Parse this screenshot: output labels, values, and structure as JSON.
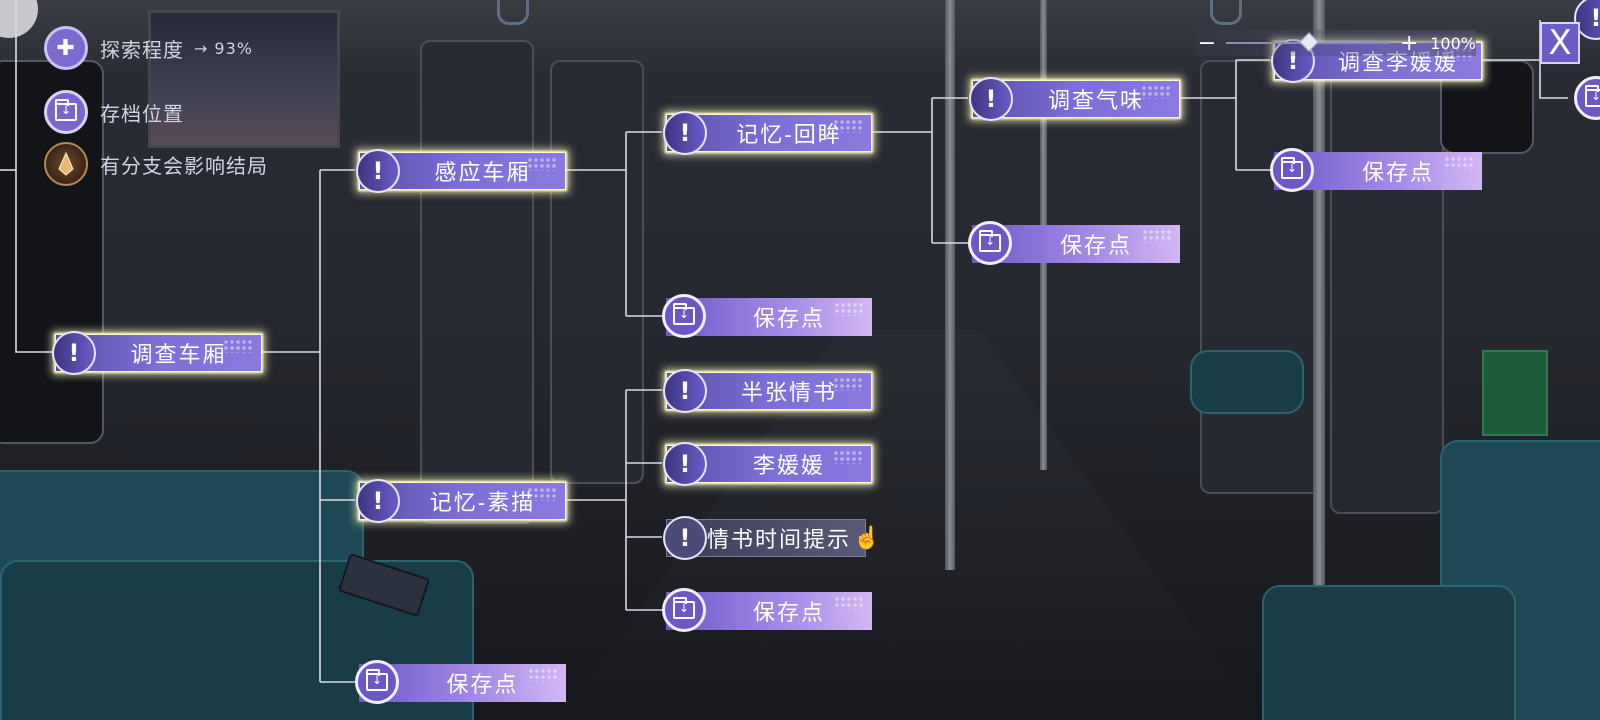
{
  "legend": {
    "progress_label": "探索程度",
    "progress_value": "93%",
    "save_location_label": "存档位置",
    "branch_label": "有分支会影响结局"
  },
  "zoom": {
    "minus": "−",
    "plus": "+",
    "value": "100%",
    "level": 0.5
  },
  "close": "X",
  "nodes": {
    "investigate_car": "调查车厢",
    "sense_car": "感应车厢",
    "memory_sketch": "记忆-素描",
    "save_bottom": "保存点",
    "memory_look_back": "记忆-回眸",
    "save_mid": "保存点",
    "half_love_letter": "半张情书",
    "li_yuanyuan": "李媛媛",
    "love_letter_time_hint": "情书时间提示",
    "save_lower": "保存点",
    "investigate_smell": "调查气味",
    "save_smell": "保存点",
    "investigate_li_yuanyuan": "调查李媛媛",
    "save_top_right": "保存点"
  },
  "colors": {
    "node_purple": "#7d6fd8",
    "node_glow": "#fff8c8",
    "save_gradient_end": "#d3b6f2",
    "line": "#d9d9e6"
  }
}
